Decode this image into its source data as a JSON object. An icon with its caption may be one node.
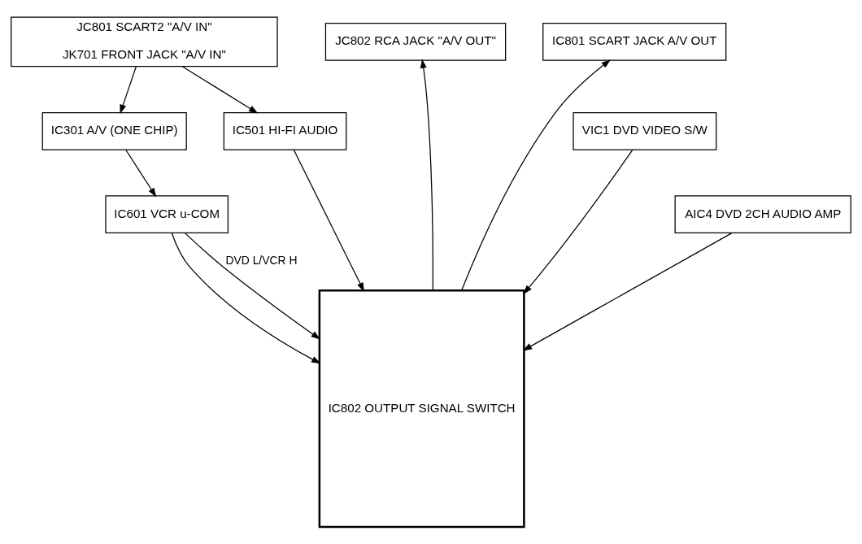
{
  "diagram": {
    "nodes": [
      {
        "text": [
          "JC801 SCART2 \"A/V IN\"",
          "JK701 FRONT JACK \"A/V IN\""
        ]
      },
      {
        "text": [
          "JC802 RCA JACK \"A/V OUT\""
        ]
      },
      {
        "text": [
          "IC801 SCART JACK A/V OUT"
        ]
      },
      {
        "text": [
          "IC301 A/V (ONE CHIP)"
        ]
      },
      {
        "text": [
          "IC501 HI-FI AUDIO"
        ]
      },
      {
        "text": [
          "IC802 OUTPUT SIGNAL SWITCH"
        ]
      },
      {
        "text": [
          "VIC1 DVD VIDEO S/W"
        ]
      },
      {
        "text": [
          "IC601 VCR u-COM"
        ]
      },
      {
        "text": [
          "AIC4 DVD 2CH AUDIO AMP"
        ]
      }
    ],
    "edges": [
      {
        "from": 0,
        "to": 3,
        "arrow": "to"
      },
      {
        "from": 0,
        "to": 4,
        "arrow": "to"
      },
      {
        "from": 5,
        "to": 1,
        "arrow": "to"
      },
      {
        "from": 5,
        "to": 2,
        "arrow": "to"
      },
      {
        "from": 4,
        "to": 5,
        "arrow": "to"
      },
      {
        "from": 6,
        "to": 5,
        "arrow": "to"
      },
      {
        "from": 3,
        "to": 7,
        "arrow": "to"
      },
      {
        "from": 7,
        "to": 5,
        "arrow": "to"
      },
      {
        "from": 8,
        "to": 5,
        "arrow": "to"
      },
      {
        "from": 7,
        "to": 5,
        "arrow": "to",
        "label": "DVD L/VCR H"
      }
    ]
  }
}
